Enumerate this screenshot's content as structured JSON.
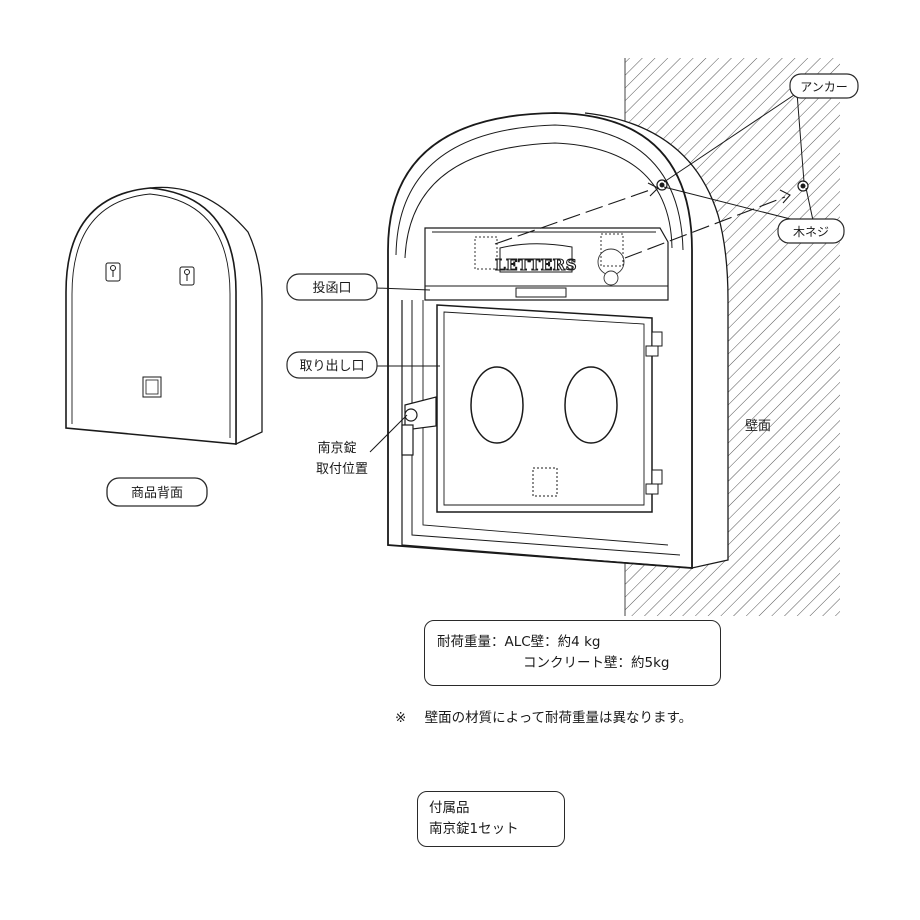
{
  "labels": {
    "back_view": "商品背面",
    "slot": "投函口",
    "takeout": "取り出し口",
    "lock_pos_line1": "南京錠",
    "lock_pos_line2": "取付位置",
    "wall": "壁面",
    "anchor": "アンカー",
    "wood_screw": "木ネジ",
    "emblem": "LETTERS"
  },
  "load_box": {
    "line1_label": "耐荷重量：",
    "line1_value": "ALC壁：約4 kg",
    "line2_value": "コンクリート壁：約5kg"
  },
  "note": {
    "mark": "※",
    "text": "壁面の材質によって耐荷重量は異なります。"
  },
  "accessory": {
    "title": "付属品",
    "item": "南京錠1セット"
  }
}
